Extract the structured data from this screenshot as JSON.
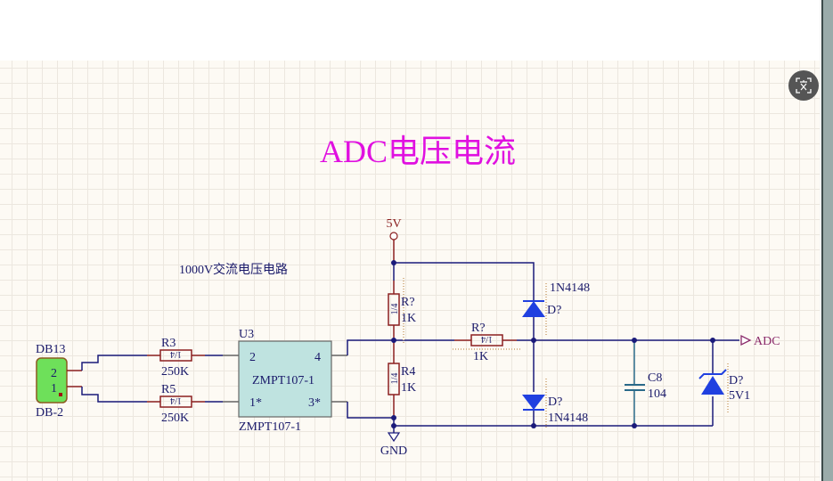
{
  "title": "ADC电压电流",
  "note": "1000V交流电压电路",
  "colors": {
    "title": "#e010e0",
    "wire": "#1a1a7a",
    "pin": "#8b2020",
    "label": "#1a1a6a",
    "diode_fill": "#2040e0",
    "connector_fill": "#6ee05a",
    "ic_fill": "#bfe3e0",
    "port": "#8a2a6a"
  },
  "power": {
    "vcc_label": "5V",
    "gnd_label": "GND"
  },
  "connector": {
    "designator": "DB13",
    "comment": "DB-2",
    "pins": [
      "2",
      "1"
    ]
  },
  "resistors": [
    {
      "designator": "R3",
      "value": "250K",
      "marking": "1/4"
    },
    {
      "designator": "R5",
      "value": "250K",
      "marking": "1/4"
    },
    {
      "designator": "R?",
      "value": "1K",
      "marking": "1/4"
    },
    {
      "designator": "R4",
      "value": "1K",
      "marking": "1/4"
    },
    {
      "designator": "R?",
      "value": "1K",
      "marking": "1/4"
    }
  ],
  "ic": {
    "designator": "U3",
    "name": "ZMPT107-1",
    "comment": "ZMPT107-1",
    "pins": {
      "top_left": "2",
      "top_right": "4",
      "bottom_left": "1*",
      "bottom_right": "3*"
    }
  },
  "diodes": [
    {
      "designator": "D?",
      "value": "1N4148"
    },
    {
      "designator": "D?",
      "value": "1N4148"
    },
    {
      "designator": "D?",
      "value": "5V1"
    }
  ],
  "capacitor": {
    "designator": "C8",
    "value": "104"
  },
  "port": {
    "label": "ADC"
  },
  "translate_button": {
    "icon": "translate-icon"
  }
}
